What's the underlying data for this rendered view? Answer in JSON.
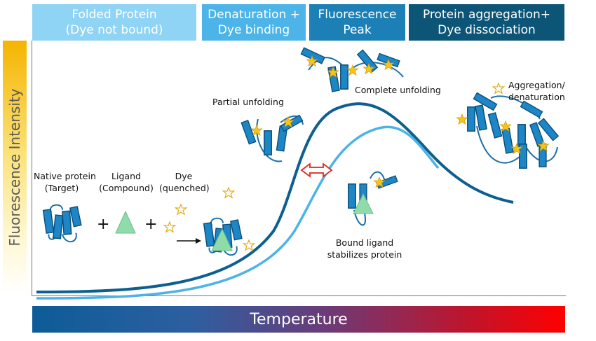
{
  "stages": [
    {
      "line1": "Folded Protein",
      "line2": "(Dye not bound)",
      "color": "#8fd3f5"
    },
    {
      "line1": "Denaturation +",
      "line2": "Dye binding",
      "color": "#4cb4e8"
    },
    {
      "line1": "Fluorescence",
      "line2": "Peak",
      "color": "#1c7fb5"
    },
    {
      "line1": "Protein aggregation+",
      "line2": "Dye dissociation",
      "color": "#0d5577"
    }
  ],
  "y_axis_label": "Fluorescence Intensity",
  "x_axis_label": "Temperature",
  "notes": {
    "native_line1": "Native protein",
    "native_line2": "(Target)",
    "ligand_line1": "Ligand",
    "ligand_line2": "(Compound)",
    "dye_line1": "Dye",
    "dye_line2": "(quenched)",
    "partial": "Partial unfolding",
    "complete": "Complete unfolding",
    "aggregation_line1": "Aggregation/",
    "aggregation_line2": "denaturation",
    "bound_line1": "Bound ligand",
    "bound_line2": "stabilizes protein",
    "plus": "+"
  },
  "colors": {
    "curve_dark": "#0d5f8f",
    "curve_light": "#4db3e6",
    "protein": "#1d86c7",
    "ligand": "#8fdcaa",
    "dye": "#f5c518",
    "shift_arrow": "#e0261b"
  }
}
